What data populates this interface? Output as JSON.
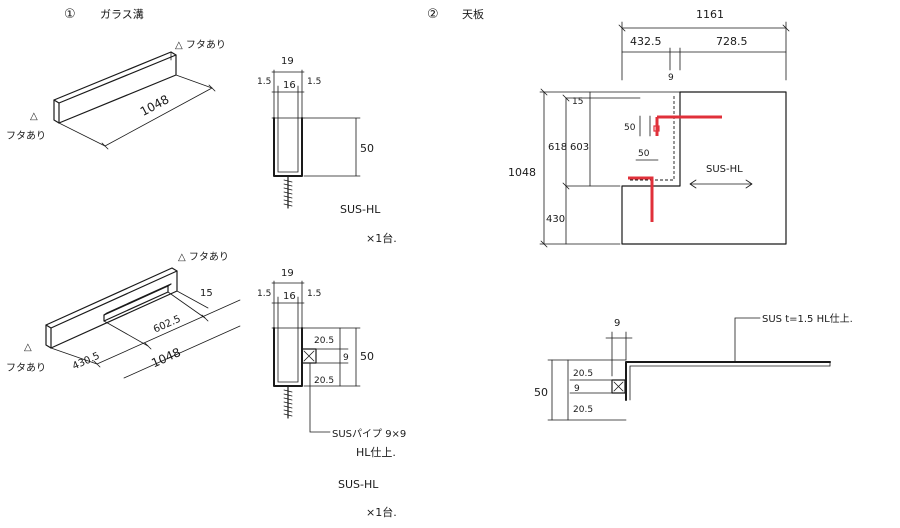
{
  "sections": {
    "glass_groove": {
      "number": "①",
      "title": "ガラス溝"
    },
    "top_plate": {
      "number": "②",
      "title": "天板"
    }
  },
  "drawing1": {
    "lid_label": "△ フタあり",
    "end_label": "フタあり",
    "length": "1048",
    "width_total": "19",
    "wall_left": "1.5",
    "inner_width": "16",
    "wall_right": "1.5",
    "height": "50",
    "material": "SUS-HL",
    "quantity": "×1台."
  },
  "drawing2": {
    "lid_label": "△ フタあり",
    "end_label": "フタあり",
    "length": "1048",
    "seg_left": "430.5",
    "seg_mid": "602.5",
    "seg_right": "15",
    "width_total": "19",
    "wall_left": "1.5",
    "inner_width": "16",
    "wall_right": "1.5",
    "dim_top": "20.5",
    "dim_mid": "9",
    "dim_bottom": "20.5",
    "height": "50",
    "pipe_label": "SUSパイプ 9×9",
    "pipe_finish": "HL仕上.",
    "material": "SUS-HL",
    "quantity": "×1台."
  },
  "plan": {
    "total_width": "1161",
    "left_width": "432.5",
    "right_width": "728.5",
    "gap": "9",
    "total_depth": "1048",
    "depth_upper": "618",
    "depth_lower": "430",
    "inner_top": "15",
    "inner_depth": "603",
    "notch_1": "50",
    "notch_2": "50",
    "direction_label": "SUS-HL"
  },
  "section": {
    "note": "SUS t=1.5 HL仕上.",
    "gap": "9",
    "height": "50",
    "dim_top": "20.5",
    "dim_mid": "9",
    "dim_bottom": "20.5"
  }
}
